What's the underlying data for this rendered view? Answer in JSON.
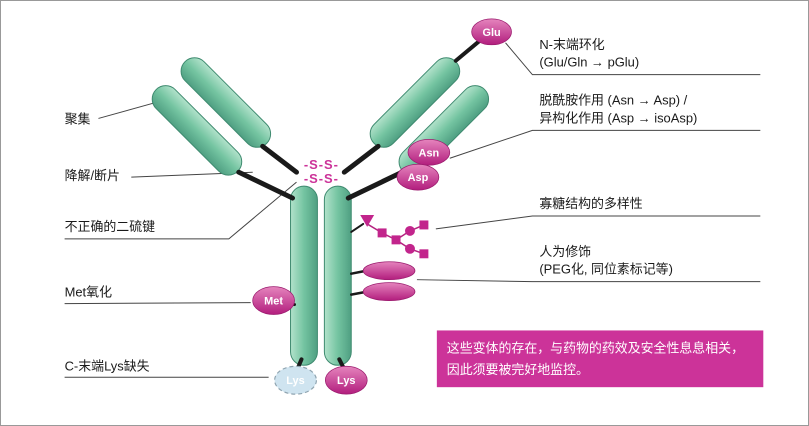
{
  "colors": {
    "chain_light": "#b2e2cb",
    "chain_mid": "#74c4a1",
    "chain_dark": "#4f9f82",
    "pink_light": "#e584bd",
    "pink_dark": "#b21d7d",
    "magenta": "#cc3399",
    "glycan_pink": "#c2258c",
    "lys_blue": "#cfe4f0",
    "note_bg": "#cc3399"
  },
  "left_labels": [
    {
      "text": "聚集"
    },
    {
      "text": "降解/断片"
    },
    {
      "text": "不正确的二硫键"
    },
    {
      "text": "Met氧化"
    },
    {
      "text": "C-末端Lys缺失"
    }
  ],
  "right_labels": [
    {
      "line1": "N-末端环化",
      "line2": "(Glu/Gln → pGlu)"
    },
    {
      "line1": "脱酰胺作用 (Asn → Asp) /",
      "line2": "异构化作用 (Asp → isoAsp)"
    },
    {
      "line1": "寡糖结构的多样性",
      "line2": ""
    },
    {
      "line1": "人为修饰",
      "line2": "(PEG化, 同位素标记等)"
    }
  ],
  "residues": {
    "glu": "Glu",
    "asn": "Asn",
    "asp": "Asp",
    "met": "Met",
    "lys_absent": "Lys",
    "lys_present": "Lys"
  },
  "disulfide": {
    "row1": "-S-S-",
    "row2": "-S-S-"
  },
  "note": {
    "line1": "这些变体的存在，与药物的药效及安全性息息相关，",
    "line2": "因此须要被完好地监控。"
  }
}
